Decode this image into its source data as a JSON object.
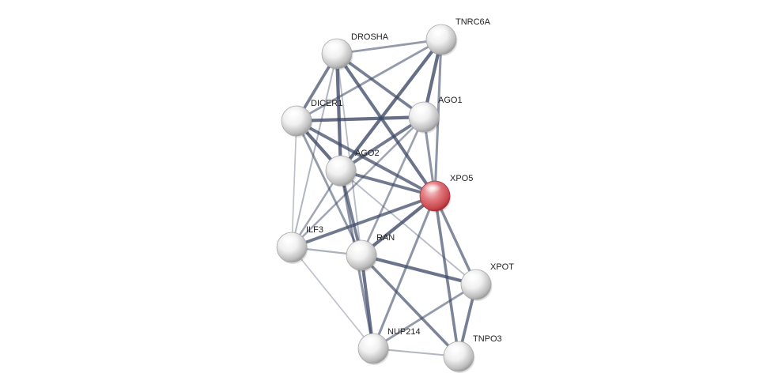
{
  "network": {
    "query_node": "XPO5",
    "colors": {
      "query_node": "#d9545a",
      "node": "#e6e6e6",
      "edge": "#3d4866",
      "label": "#222222"
    },
    "nodes": [
      {
        "id": "DROSHA",
        "label": "DROSHA"
      },
      {
        "id": "TNRC6A",
        "label": "TNRC6A"
      },
      {
        "id": "DICER1",
        "label": "DICER1"
      },
      {
        "id": "AGO1",
        "label": "AGO1"
      },
      {
        "id": "AGO2",
        "label": "AGO2"
      },
      {
        "id": "XPO5",
        "label": "XPO5"
      },
      {
        "id": "ILF3",
        "label": "ILF3"
      },
      {
        "id": "RAN",
        "label": "RAN"
      },
      {
        "id": "XPOT",
        "label": "XPOT"
      },
      {
        "id": "NUP214",
        "label": "NUP214"
      },
      {
        "id": "TNPO3",
        "label": "TNPO3"
      }
    ],
    "edges": [
      {
        "source": "DROSHA",
        "target": "TNRC6A",
        "confidence": 0.55
      },
      {
        "source": "DROSHA",
        "target": "DICER1",
        "confidence": 0.8
      },
      {
        "source": "DROSHA",
        "target": "AGO1",
        "confidence": 0.8
      },
      {
        "source": "DROSHA",
        "target": "AGO2",
        "confidence": 0.95
      },
      {
        "source": "DROSHA",
        "target": "XPO5",
        "confidence": 0.9
      },
      {
        "source": "DROSHA",
        "target": "ILF3",
        "confidence": 0.3
      },
      {
        "source": "DROSHA",
        "target": "RAN",
        "confidence": 0.25
      },
      {
        "source": "TNRC6A",
        "target": "DICER1",
        "confidence": 0.55
      },
      {
        "source": "TNRC6A",
        "target": "AGO1",
        "confidence": 0.95
      },
      {
        "source": "TNRC6A",
        "target": "AGO2",
        "confidence": 0.95
      },
      {
        "source": "TNRC6A",
        "target": "XPO5",
        "confidence": 0.6
      },
      {
        "source": "DICER1",
        "target": "AGO1",
        "confidence": 0.95
      },
      {
        "source": "DICER1",
        "target": "AGO2",
        "confidence": 0.95
      },
      {
        "source": "DICER1",
        "target": "XPO5",
        "confidence": 0.85
      },
      {
        "source": "DICER1",
        "target": "ILF3",
        "confidence": 0.2
      },
      {
        "source": "DICER1",
        "target": "RAN",
        "confidence": 0.55
      },
      {
        "source": "AGO1",
        "target": "AGO2",
        "confidence": 0.85
      },
      {
        "source": "AGO1",
        "target": "XPO5",
        "confidence": 0.6
      },
      {
        "source": "AGO1",
        "target": "ILF3",
        "confidence": 0.45
      },
      {
        "source": "AGO1",
        "target": "RAN",
        "confidence": 0.5
      },
      {
        "source": "AGO2",
        "target": "XPO5",
        "confidence": 0.85
      },
      {
        "source": "AGO2",
        "target": "ILF3",
        "confidence": 0.45
      },
      {
        "source": "AGO2",
        "target": "RAN",
        "confidence": 0.8
      },
      {
        "source": "AGO2",
        "target": "NUP214",
        "confidence": 0.6
      },
      {
        "source": "AGO2",
        "target": "XPOT",
        "confidence": 0.25
      },
      {
        "source": "XPO5",
        "target": "ILF3",
        "confidence": 0.85
      },
      {
        "source": "XPO5",
        "target": "RAN",
        "confidence": 0.95
      },
      {
        "source": "XPO5",
        "target": "XPOT",
        "confidence": 0.7
      },
      {
        "source": "XPO5",
        "target": "NUP214",
        "confidence": 0.6
      },
      {
        "source": "XPO5",
        "target": "TNPO3",
        "confidence": 0.75
      },
      {
        "source": "ILF3",
        "target": "RAN",
        "confidence": 0.35
      },
      {
        "source": "ILF3",
        "target": "NUP214",
        "confidence": 0.2
      },
      {
        "source": "RAN",
        "target": "XPOT",
        "confidence": 0.9
      },
      {
        "source": "RAN",
        "target": "NUP214",
        "confidence": 0.9
      },
      {
        "source": "RAN",
        "target": "TNPO3",
        "confidence": 0.75
      },
      {
        "source": "XPOT",
        "target": "NUP214",
        "confidence": 0.55
      },
      {
        "source": "XPOT",
        "target": "TNPO3",
        "confidence": 0.8
      },
      {
        "source": "NUP214",
        "target": "TNPO3",
        "confidence": 0.3
      }
    ]
  }
}
